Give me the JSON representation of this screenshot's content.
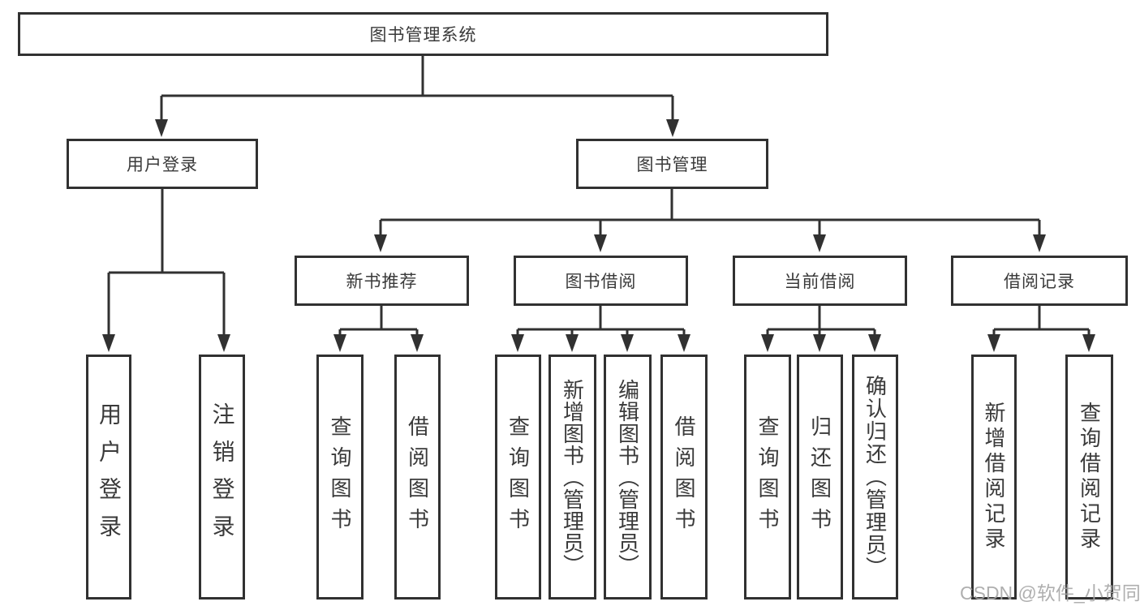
{
  "diagram_type": "tree",
  "colors": {
    "line": "#313131",
    "text": "#3a3a3a",
    "watermark": "#a4a4a4"
  },
  "root": {
    "label": "图书管理系统"
  },
  "user_login": {
    "label": "用户登录",
    "children": [
      {
        "label": "用户登录"
      },
      {
        "label": "注销登录"
      }
    ]
  },
  "book_mgmt": {
    "label": "图书管理",
    "sections": {
      "new_book": {
        "label": "新书推荐",
        "children": [
          {
            "label": "查询图书"
          },
          {
            "label": "借阅图书"
          }
        ]
      },
      "borrow": {
        "label": "图书借阅",
        "children": [
          {
            "label": "查询图书"
          },
          {
            "label": "新增图书（管理员）"
          },
          {
            "label": "编辑图书（管理员）"
          },
          {
            "label": "借阅图书"
          }
        ]
      },
      "current": {
        "label": "当前借阅",
        "children": [
          {
            "label": "查询图书"
          },
          {
            "label": "归还图书"
          },
          {
            "label": "确认归还（管理员）"
          }
        ]
      },
      "records": {
        "label": "借阅记录",
        "children": [
          {
            "label": "新增借阅记录"
          },
          {
            "label": "查询借阅记录"
          }
        ]
      }
    }
  },
  "watermark": {
    "text": "CSDN @软件_小贺同学"
  }
}
